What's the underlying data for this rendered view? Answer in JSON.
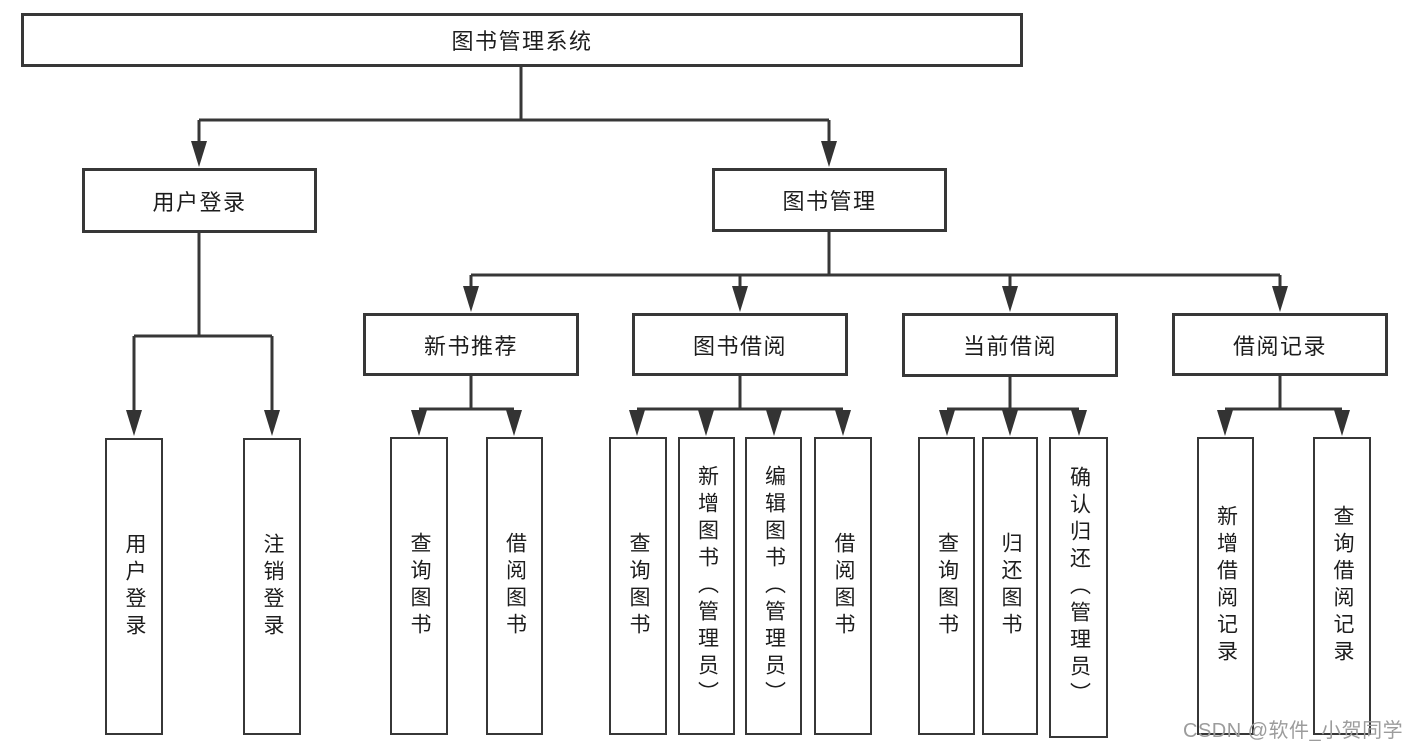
{
  "diagram": {
    "type": "hierarchy-tree",
    "root": {
      "label": "图书管理系统",
      "children": [
        {
          "label": "用户登录",
          "children": [
            {
              "label": "用户登录"
            },
            {
              "label": "注销登录"
            }
          ]
        },
        {
          "label": "图书管理",
          "children": [
            {
              "label": "新书推荐",
              "children": [
                {
                  "label": "查询图书"
                },
                {
                  "label": "借阅图书"
                }
              ]
            },
            {
              "label": "图书借阅",
              "children": [
                {
                  "label": "查询图书"
                },
                {
                  "label": "新增图书（管理员）"
                },
                {
                  "label": "编辑图书（管理员）"
                },
                {
                  "label": "借阅图书"
                }
              ]
            },
            {
              "label": "当前借阅",
              "children": [
                {
                  "label": "查询图书"
                },
                {
                  "label": "归还图书"
                },
                {
                  "label": "确认归还（管理员）"
                }
              ]
            },
            {
              "label": "借阅记录",
              "children": [
                {
                  "label": "新增借阅记录"
                },
                {
                  "label": "查询借阅记录"
                }
              ]
            }
          ]
        }
      ]
    },
    "watermark": "CSDN @软件_小贺同学",
    "colors": {
      "line": "#373737",
      "box_border": "#373737",
      "box_fill": "#ffffff",
      "text": "#1d1d1d",
      "watermark": "#9c9c9c",
      "background": "#ffffff"
    }
  }
}
